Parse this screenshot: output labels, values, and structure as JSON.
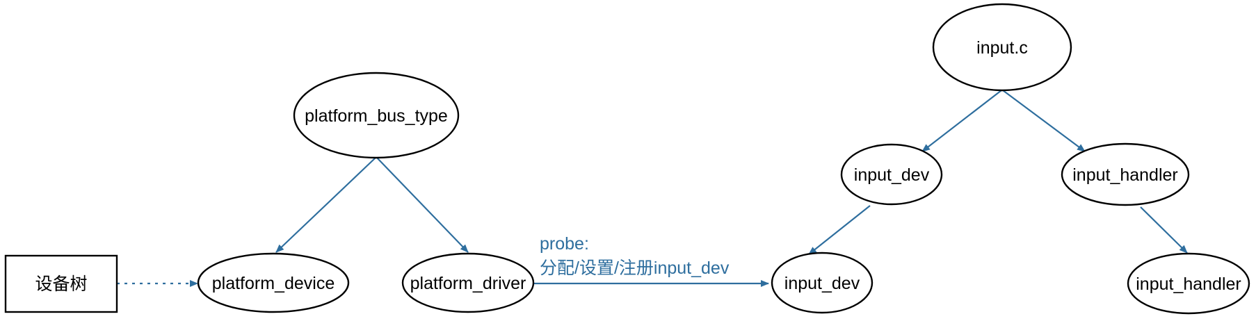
{
  "diagram": {
    "nodes": {
      "device_tree": "设备树",
      "platform_bus_type": "platform_bus_type",
      "platform_device": "platform_device",
      "platform_driver": "platform_driver",
      "input_dev_bottom": "input_dev",
      "input_c": "input.c",
      "input_dev_top": "input_dev",
      "input_handler_top": "input_handler",
      "input_handler_bottom": "input_handler"
    },
    "edge_labels": {
      "probe_line1": "probe:",
      "probe_line2": "分配/设置/注册input_dev"
    },
    "colors": {
      "edge": "#2e6e9e",
      "node_border": "#000000",
      "label_text": "#2e6e9e"
    }
  }
}
